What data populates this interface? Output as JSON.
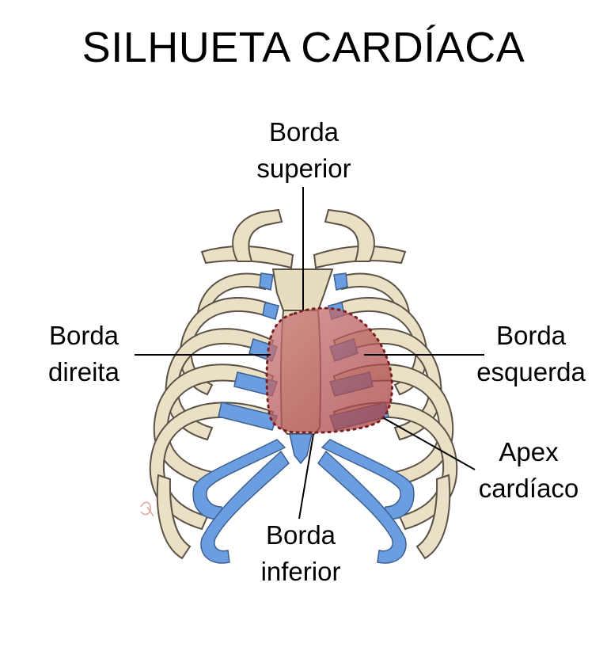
{
  "title": "SILHUETA CARDÍACA",
  "labels": {
    "superior": [
      "Borda",
      "superior"
    ],
    "direita": [
      "Borda",
      "direita"
    ],
    "esquerda": [
      "Borda",
      "esquerda"
    ],
    "apex": [
      "Apex",
      "cardíaco"
    ],
    "inferior": [
      "Borda",
      "inferior"
    ]
  },
  "colors": {
    "bone": "#e9e0c6",
    "bone_outline": "#5b5245",
    "cartilage": "#6a9ee0",
    "heart": "#b24a4a",
    "heart_outline": "#7a1f1f"
  }
}
